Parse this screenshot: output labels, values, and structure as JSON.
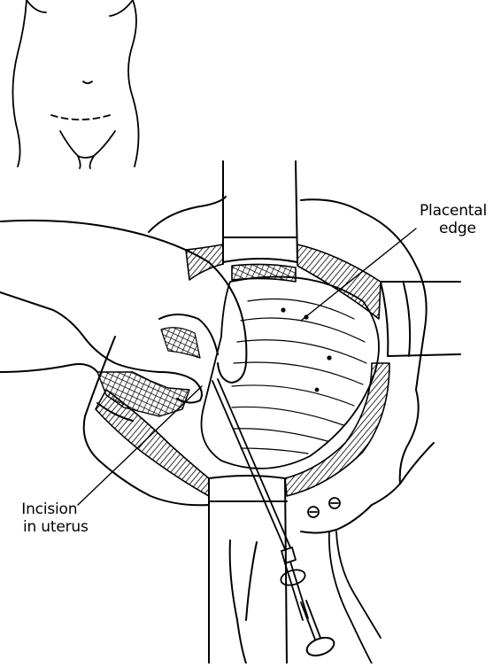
{
  "labels": {
    "placental_edge": [
      "Placental",
      "edge"
    ],
    "incision": [
      "Incision",
      "in uterus"
    ]
  },
  "colors": {
    "ink": "#000000",
    "paper": "#ffffff"
  }
}
